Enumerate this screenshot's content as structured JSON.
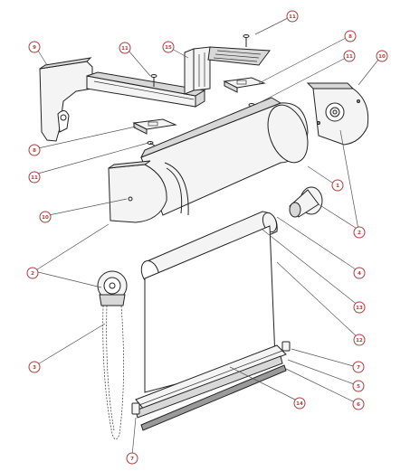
{
  "callouts": [
    {
      "id": "c11a",
      "label": "11"
    },
    {
      "id": "c11b",
      "label": "11"
    },
    {
      "id": "c15",
      "label": "15"
    },
    {
      "id": "c9",
      "label": "9"
    },
    {
      "id": "c8a",
      "label": "8"
    },
    {
      "id": "c11c",
      "label": "11"
    },
    {
      "id": "c10a",
      "label": "10"
    },
    {
      "id": "c8b",
      "label": "8"
    },
    {
      "id": "c11d",
      "label": "11"
    },
    {
      "id": "c1",
      "label": "1"
    },
    {
      "id": "c10b",
      "label": "10"
    },
    {
      "id": "c2a",
      "label": "2"
    },
    {
      "id": "c2b",
      "label": "2"
    },
    {
      "id": "c4",
      "label": "4"
    },
    {
      "id": "c13",
      "label": "13"
    },
    {
      "id": "c3",
      "label": "3"
    },
    {
      "id": "c12",
      "label": "12"
    },
    {
      "id": "c7a",
      "label": "7"
    },
    {
      "id": "c5",
      "label": "5"
    },
    {
      "id": "c14",
      "label": "14"
    },
    {
      "id": "c6",
      "label": "6"
    },
    {
      "id": "c7b",
      "label": "7"
    }
  ]
}
